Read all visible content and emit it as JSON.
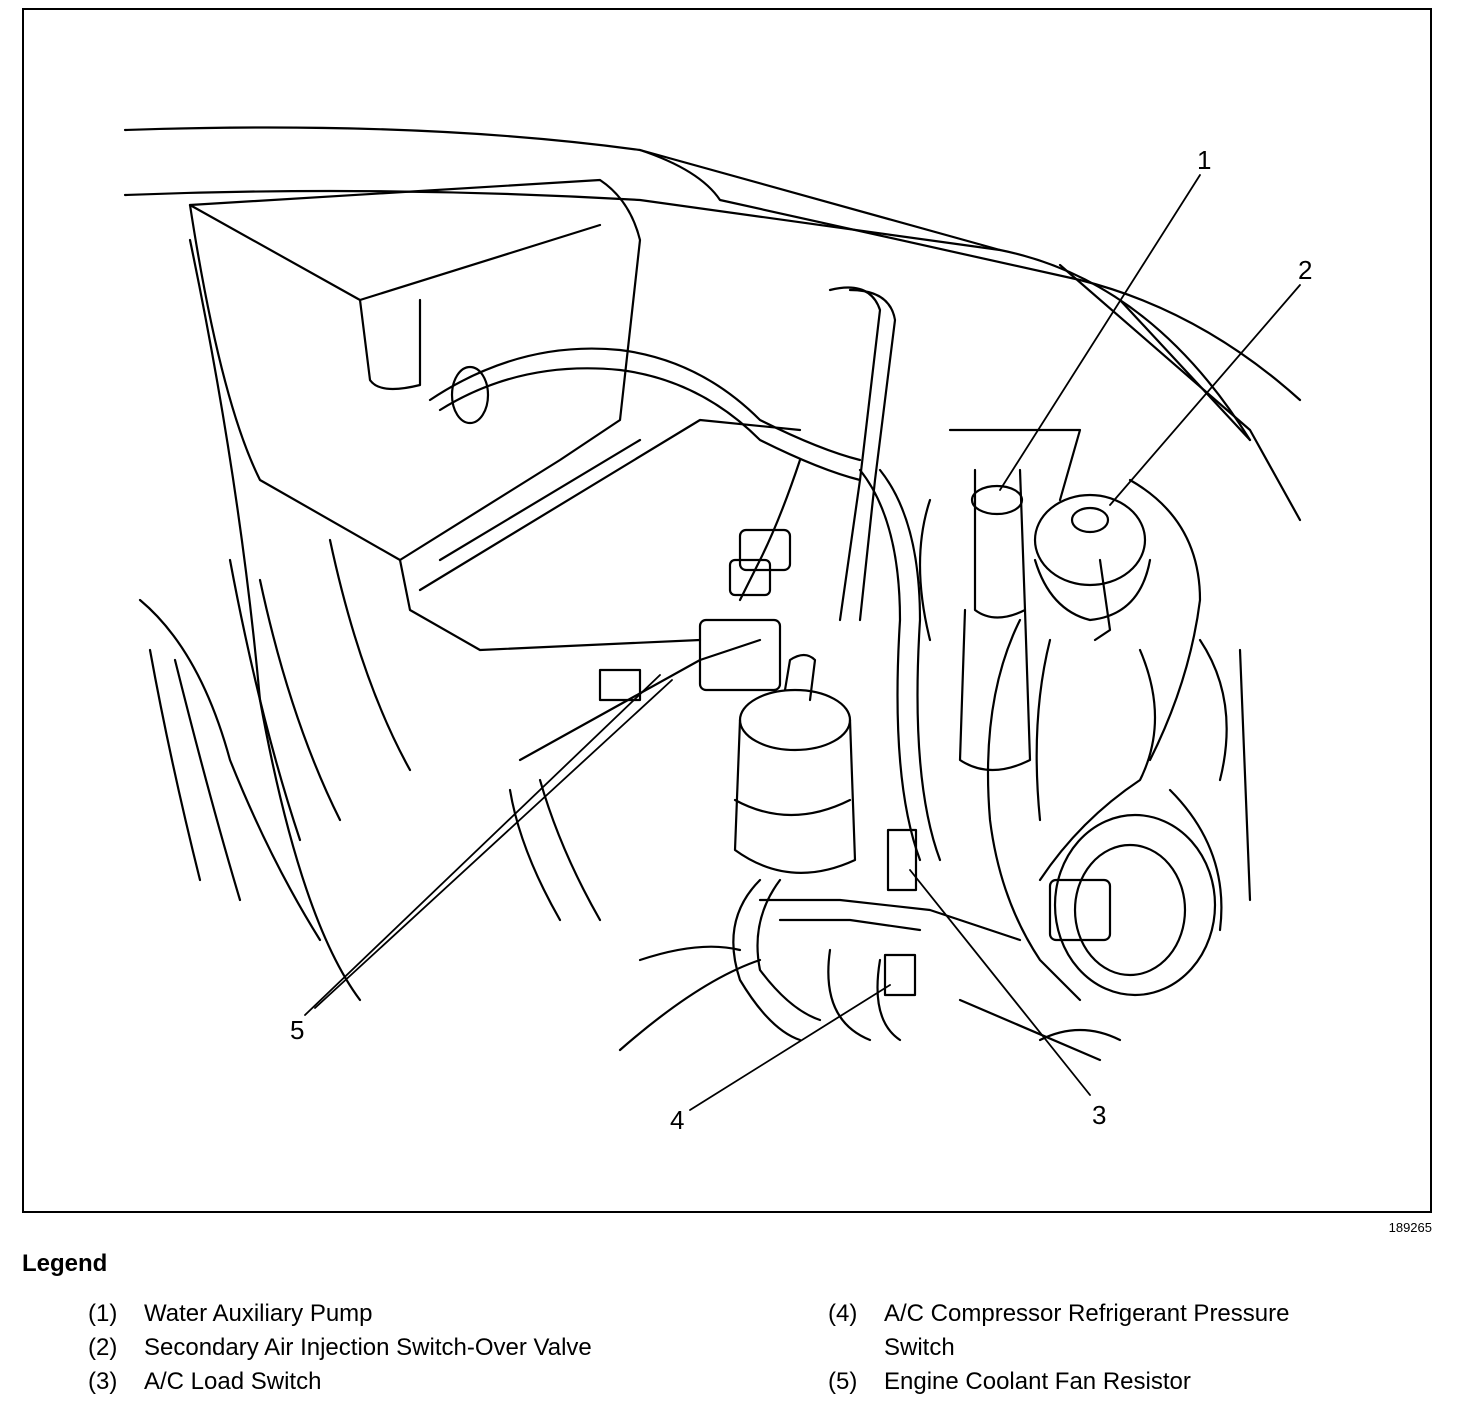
{
  "figure_id": "189265",
  "callouts": [
    "1",
    "2",
    "3",
    "4",
    "5"
  ],
  "legend": {
    "title": "Legend",
    "items": [
      {
        "num": "(1)",
        "text": "Water Auxiliary Pump"
      },
      {
        "num": "(2)",
        "text": "Secondary Air Injection Switch-Over Valve"
      },
      {
        "num": "(3)",
        "text": "A/C Load Switch"
      },
      {
        "num": "(4)",
        "text": "A/C Compressor Refrigerant Pressure Switch"
      },
      {
        "num": "(5)",
        "text": "Engine Coolant Fan Resistor"
      }
    ]
  }
}
